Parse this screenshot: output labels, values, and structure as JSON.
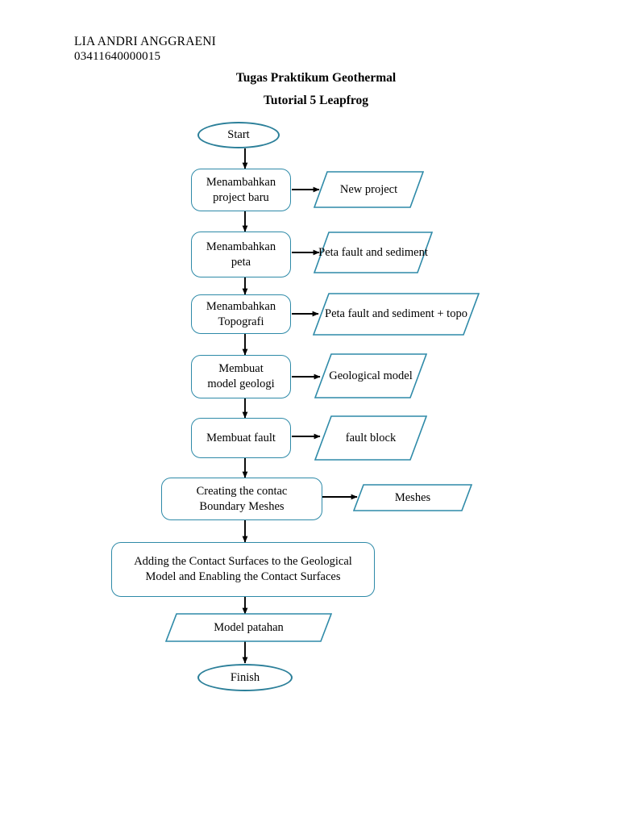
{
  "header": {
    "student_name": "LIA ANDRI ANGGRAENI",
    "student_id": "03411640000015",
    "title_line_1": "Tugas Praktikum Geothermal",
    "title_line_2": "Tutorial 5 Leapfrog"
  },
  "theme": {
    "shape_stroke": "#2e8aa8",
    "terminator_stroke": "#2b7f99",
    "arrow_color": "#000000",
    "page_background": "#ffffff",
    "text_color": "#000000"
  },
  "flowchart": {
    "type": "flowchart",
    "orientation": "top-to-bottom",
    "nodes": [
      {
        "id": "start",
        "shape": "terminator",
        "label": "Start"
      },
      {
        "id": "p1",
        "shape": "process",
        "label": "Menambahkan\nproject baru"
      },
      {
        "id": "o1",
        "shape": "parallelogram",
        "label": "New project"
      },
      {
        "id": "p2",
        "shape": "process",
        "label": "Menambahkan\npeta"
      },
      {
        "id": "o2",
        "shape": "parallelogram",
        "label": "Peta fault\nand sediment"
      },
      {
        "id": "p3",
        "shape": "process",
        "label": "Menambahkan\nTopografi"
      },
      {
        "id": "o3",
        "shape": "parallelogram",
        "label": "Peta fault and\nsediment + topo"
      },
      {
        "id": "p4",
        "shape": "process",
        "label": "Membuat\nmodel geologi"
      },
      {
        "id": "o4",
        "shape": "parallelogram",
        "label": "Geological\nmodel"
      },
      {
        "id": "p5",
        "shape": "process",
        "label": "Membuat fault"
      },
      {
        "id": "o5",
        "shape": "parallelogram",
        "label": "fault block"
      },
      {
        "id": "p6",
        "shape": "process",
        "label": "Creating the contac\nBoundary Meshes"
      },
      {
        "id": "o6",
        "shape": "parallelogram",
        "label": "Meshes"
      },
      {
        "id": "p7",
        "shape": "process",
        "label": "Adding the Contact Surfaces to the Geological\nModel and Enabling the Contact Surfaces"
      },
      {
        "id": "o7",
        "shape": "parallelogram",
        "label": "Model patahan"
      },
      {
        "id": "finish",
        "shape": "terminator",
        "label": "Finish"
      }
    ],
    "edges": [
      {
        "from": "start",
        "to": "p1",
        "direction": "down"
      },
      {
        "from": "p1",
        "to": "o1",
        "direction": "right"
      },
      {
        "from": "p1",
        "to": "p2",
        "direction": "down"
      },
      {
        "from": "p2",
        "to": "o2",
        "direction": "right"
      },
      {
        "from": "p2",
        "to": "p3",
        "direction": "down"
      },
      {
        "from": "p3",
        "to": "o3",
        "direction": "right"
      },
      {
        "from": "p3",
        "to": "p4",
        "direction": "down"
      },
      {
        "from": "p4",
        "to": "o4",
        "direction": "right"
      },
      {
        "from": "p4",
        "to": "p5",
        "direction": "down"
      },
      {
        "from": "p5",
        "to": "o5",
        "direction": "right"
      },
      {
        "from": "p5",
        "to": "p6",
        "direction": "down"
      },
      {
        "from": "p6",
        "to": "o6",
        "direction": "right"
      },
      {
        "from": "p6",
        "to": "p7",
        "direction": "down"
      },
      {
        "from": "p7",
        "to": "o7",
        "direction": "down"
      },
      {
        "from": "o7",
        "to": "finish",
        "direction": "down"
      }
    ],
    "labels": {
      "start": "Start",
      "p1_line1": "Menambahkan",
      "p1_line2": "project baru",
      "o1": "New project",
      "p2_line1": "Menambahkan",
      "p2_line2": "peta",
      "o2_line1": "Peta fault",
      "o2_line2": "and sediment",
      "p3_line1": "Menambahkan",
      "p3_line2": "Topografi",
      "o3_line1": "Peta fault and",
      "o3_line2": "sediment + topo",
      "p4_line1": "Membuat",
      "p4_line2": "model geologi",
      "o4_line1": "Geological",
      "o4_line2": "model",
      "p5": "Membuat fault",
      "o5": "fault block",
      "p6_line1": "Creating the contac",
      "p6_line2": "Boundary Meshes",
      "o6": "Meshes",
      "p7_line1": "Adding the Contact Surfaces to the Geological",
      "p7_line2": "Model and Enabling the Contact Surfaces",
      "o7": "Model patahan",
      "finish": "Finish"
    }
  }
}
